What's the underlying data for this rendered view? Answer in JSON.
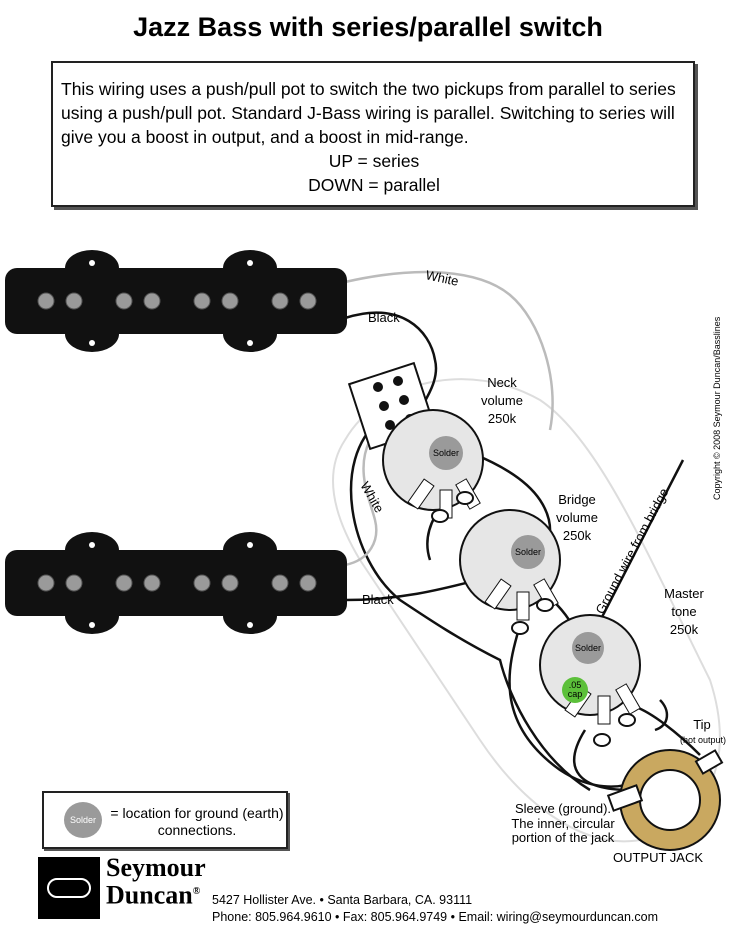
{
  "title": "Jazz Bass with series/parallel switch",
  "info": {
    "paragraph": "This wiring uses a push/pull pot to switch the two pickups from parallel to series using a push/pull pot.  Standard J-Bass wiring is parallel. Switching to series will give you a boost in output, and a boost in mid-range.",
    "up": "UP = series",
    "down": "DOWN = parallel"
  },
  "labels": {
    "white_top": "White",
    "black_top": "Black",
    "white_mid": "White",
    "black_bottom": "Black",
    "neck_volume": [
      "Neck",
      "volume",
      "250k"
    ],
    "bridge_volume": [
      "Bridge",
      "volume",
      "250k"
    ],
    "master_tone": [
      "Master",
      "tone",
      "250k"
    ],
    "ground_wire": "Ground wire from bridge",
    "tip": [
      "Tip",
      "(hot output)"
    ],
    "sleeve": [
      "Sleeve (ground).",
      "The inner, circular",
      "portion of the jack"
    ],
    "output_jack": "OUTPUT JACK",
    "solder": "Solder",
    "cap": [
      ".05",
      "cap"
    ]
  },
  "legend": {
    "blob": "Solder",
    "text": "= location for ground (earth) connections."
  },
  "brand": {
    "line1": "Seymour",
    "line2": "Duncan",
    "mark": "®"
  },
  "address": {
    "line1": "5427 Hollister Ave.  •  Santa Barbara, CA. 93111",
    "line2": "Phone: 805.964.9610  •  Fax: 805.964.9749  •  Email: wiring@seymourduncan.com"
  },
  "copyright": "Copyright © 2008 Seymour Duncan/Basslines",
  "colors": {
    "solder": "#9a9a9a",
    "cap": "#5cc03a",
    "jack_ring": "#c9a860",
    "pot": "#e6e6e6"
  }
}
